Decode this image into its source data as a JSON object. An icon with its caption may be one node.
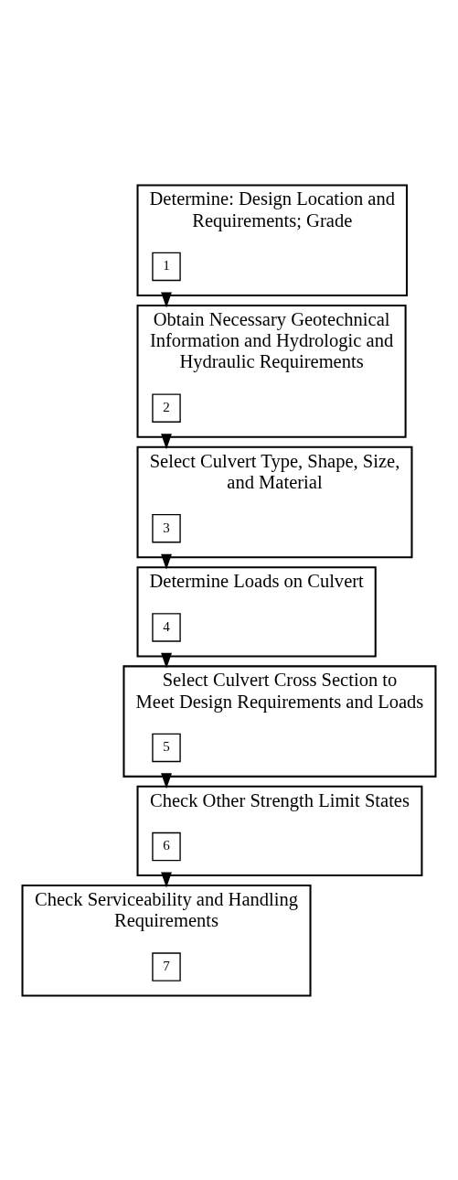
{
  "diagram": {
    "nodes": [
      {
        "text": [
          "Determine: Design Location and Requirements; Grade"
        ]
      },
      {
        "text": [
          "1"
        ],
        "in": 0
      },
      {
        "text": [
          "Obtain Necessary Geotechnical Information and Hydrologic and Hydraulic Requirements"
        ]
      },
      {
        "text": [
          "2"
        ],
        "in": 2
      },
      {
        "text": [
          "Select Culvert Type, Shape, Size, and Material"
        ]
      },
      {
        "text": [
          "3"
        ],
        "in": 4
      },
      {
        "text": [
          "Determine Loads on Culvert"
        ]
      },
      {
        "text": [
          "4"
        ],
        "in": 6
      },
      {
        "text": [
          "Select Culvert Cross Section to Meet Design Requirements and Loads"
        ]
      },
      {
        "text": [
          "5"
        ],
        "in": 8
      },
      {
        "text": [
          "Check Other Strength Limit States"
        ]
      },
      {
        "text": [
          "6"
        ],
        "in": 10
      },
      {
        "text": [
          "Check Serviceability and Handling Requirements"
        ]
      },
      {
        "text": [
          "7"
        ],
        "in": 12
      }
    ],
    "edges": [
      {
        "from": 0,
        "to": 2,
        "arrow": "to"
      },
      {
        "from": 2,
        "to": 4,
        "arrow": "to"
      },
      {
        "from": 4,
        "to": 6,
        "arrow": "to"
      },
      {
        "from": 6,
        "to": 8,
        "arrow": "to"
      },
      {
        "from": 8,
        "to": 10,
        "arrow": "to"
      },
      {
        "from": 10,
        "to": 12,
        "arrow": "to"
      }
    ]
  }
}
